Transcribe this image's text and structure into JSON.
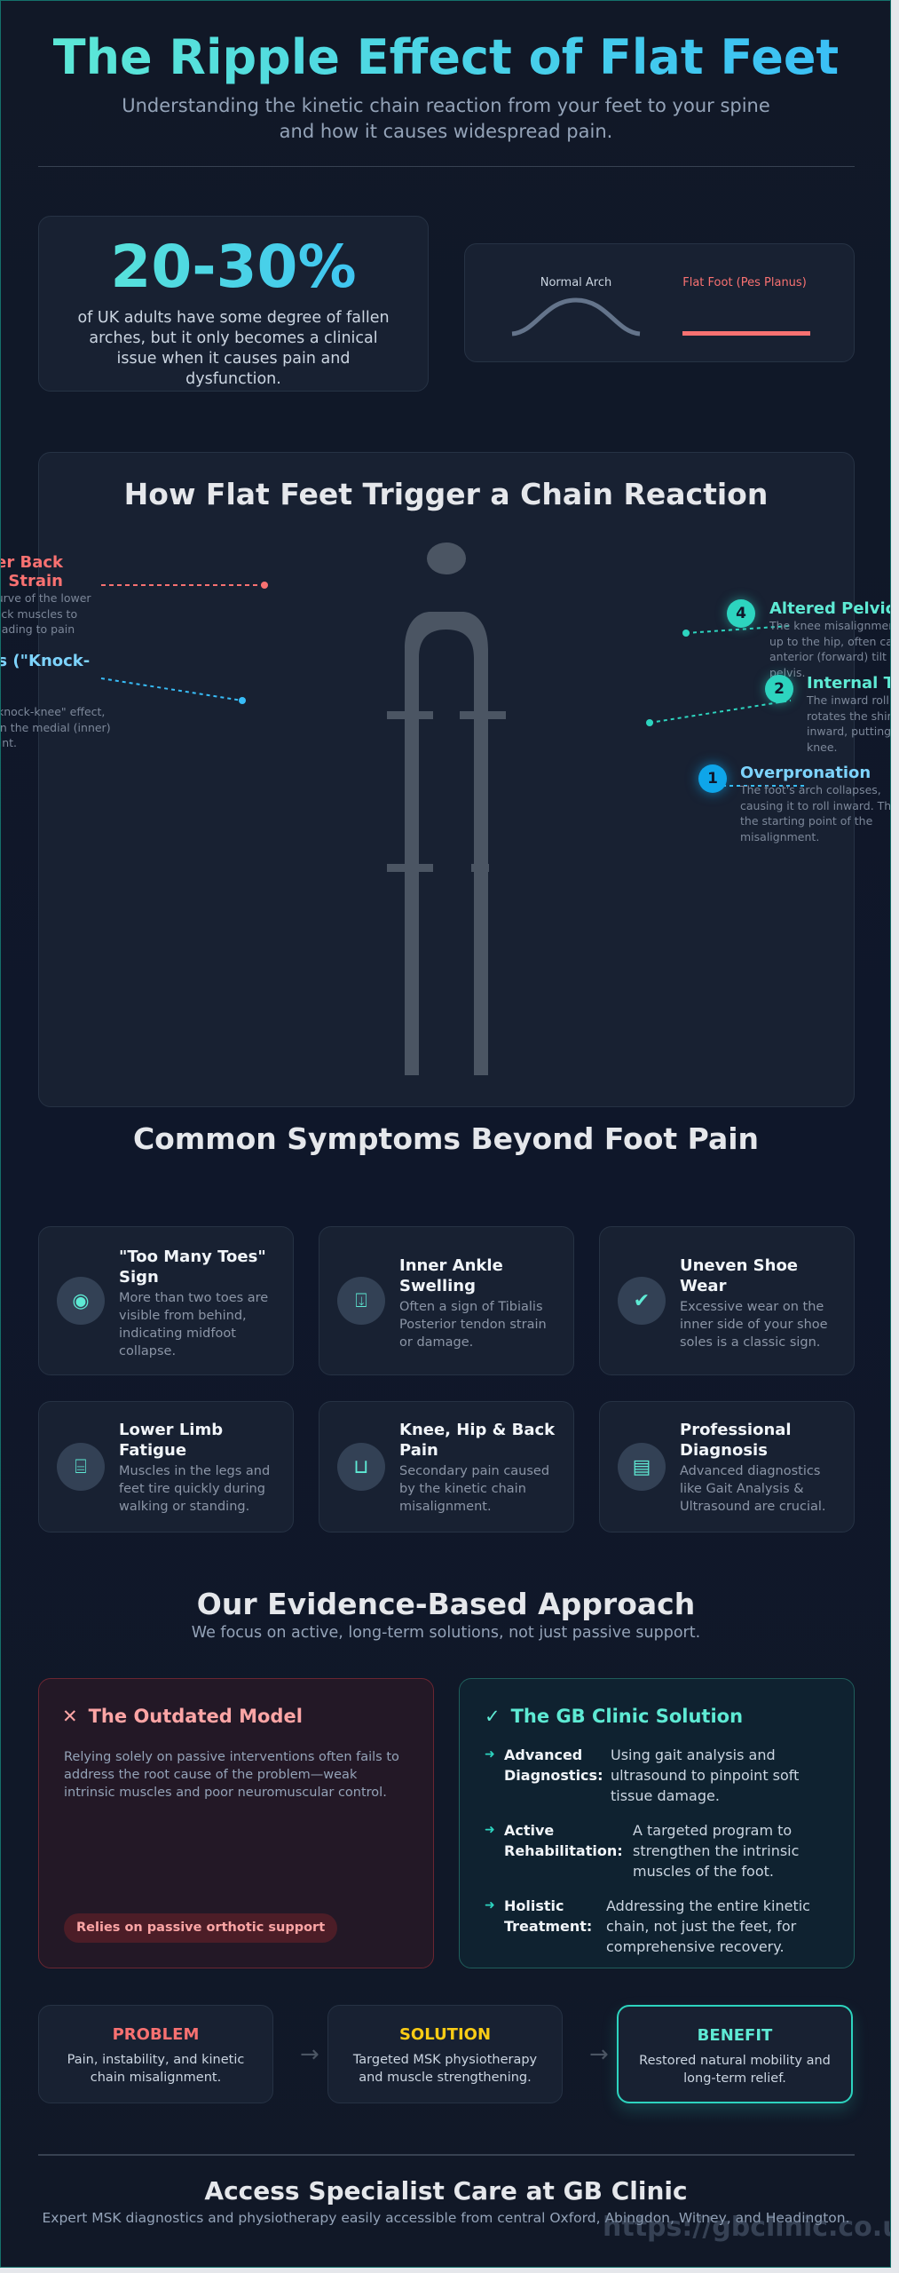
{
  "header": {
    "title": "The Ripple Effect of Flat Feet",
    "subtitle": "Understanding the kinetic chain reaction from your feet to your spine and how it causes widespread pain."
  },
  "stat": {
    "value": "20-30%",
    "text": "of UK adults have some degree of fallen arches, but it only becomes a clinical issue when it causes pain and dysfunction."
  },
  "arch": {
    "normal": "Normal Arch",
    "flat": "Flat Foot (Pes Planus)"
  },
  "chain": {
    "title": "How Flat Feet Trigger a Chain Reaction",
    "left": [
      {
        "title": "Lower Back Strain",
        "text": "Increases the curve of the lower back, forcing back muscles to overwork and leading to pain and fatigue.",
        "color": "#f87171"
      },
      {
        "title": "Knee Valgus (\"Knock-Knees\")",
        "text": "This can cause a \"knock-knee\" effect, increasing stress on the medial (inner) part of the knee joint.",
        "color": "#7dd3fc"
      }
    ],
    "right": [
      {
        "num": "4",
        "title": "Altered Pelvic Tilt",
        "text": "The knee misalignment travels up to the hip, often causing an anterior (forward) tilt of the pelvis."
      },
      {
        "num": "2",
        "title": "Internal Tibial Rotation",
        "text": "The inward roll of the foot rotates the shin bone (tibia) inward, putting stress on the knee."
      },
      {
        "num": "1",
        "title": "Overpronation",
        "text": "The foot's arch collapses, causing it to roll inward. This is the starting point of the misalignment."
      }
    ]
  },
  "symptoms": {
    "title": "Common Symptoms Beyond Foot Pain",
    "items": [
      {
        "icon": "eye-icon",
        "title": "\"Too Many Toes\" Sign",
        "text": "More than two toes are visible from behind, indicating midfoot collapse."
      },
      {
        "icon": "swelling-icon",
        "title": "Inner Ankle Swelling",
        "text": "Often a sign of Tibialis Posterior tendon strain or damage."
      },
      {
        "icon": "check-badge-icon",
        "title": "Uneven Shoe Wear",
        "text": "Excessive wear on the inner side of your shoe soles is a classic sign."
      },
      {
        "icon": "fatigue-icon",
        "title": "Lower Limb Fatigue",
        "text": "Muscles in the legs and feet tire quickly during walking or standing."
      },
      {
        "icon": "pain-icon",
        "title": "Knee, Hip & Back Pain",
        "text": "Secondary pain caused by the kinetic chain misalignment."
      },
      {
        "icon": "document-icon",
        "title": "Professional Diagnosis",
        "text": "Advanced diagnostics like Gait Analysis & Ultrasound are crucial."
      }
    ]
  },
  "approach": {
    "title": "Our Evidence-Based Approach",
    "subtitle": "We focus on active, long-term solutions, not just passive support.",
    "old": {
      "title": "The Outdated Model",
      "text": "Relying solely on passive interventions often fails to address the root cause of the problem—weak intrinsic muscles and poor neuromuscular control.",
      "pill": "Relies on passive orthotic support"
    },
    "new": {
      "title": "The GB Clinic Solution",
      "items": [
        {
          "label": "Advanced Diagnostics:",
          "text": "Using gait analysis and ultrasound to pinpoint soft tissue damage."
        },
        {
          "label": "Active Rehabilitation:",
          "text": "A targeted program to strengthen the intrinsic muscles of the foot."
        },
        {
          "label": "Holistic Treatment:",
          "text": "Addressing the entire kinetic chain, not just the feet, for comprehensive recovery."
        }
      ]
    }
  },
  "flow": [
    {
      "title": "PROBLEM",
      "text": "Pain, instability, and kinetic chain misalignment.",
      "color": "#f87171"
    },
    {
      "title": "SOLUTION",
      "text": "Targeted MSK physiotherapy and muscle strengthening.",
      "color": "#facc15"
    },
    {
      "title": "BENEFIT",
      "text": "Restored natural mobility and long-term relief.",
      "color": "#5eead4"
    }
  ],
  "footer": {
    "title": "Access Specialist Care at GB Clinic",
    "text": "Expert MSK diagnostics and physiotherapy easily accessible from central Oxford, Abingdon, Witney, and Headington.",
    "watermark": "https://gbclinic.co.uk"
  },
  "colors": {
    "accent": "#2dd4bf",
    "blue": "#0ea5e9",
    "red": "#f87171",
    "bg": "#111827"
  }
}
